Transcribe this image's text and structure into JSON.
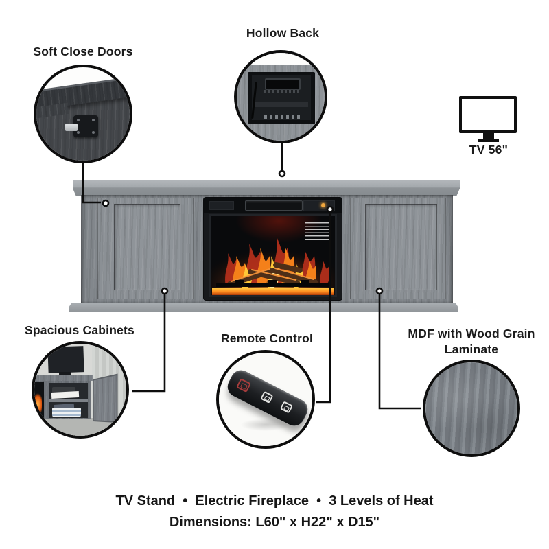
{
  "callouts": {
    "soft_close_doors": "Soft Close Doors",
    "hollow_back": "Hollow Back",
    "tv_size": "TV 56\"",
    "spacious_cabinets": "Spacious Cabinets",
    "remote_control": "Remote Control",
    "mdf_line1": "MDF with Wood Grain",
    "mdf_line2": "Laminate"
  },
  "footer": {
    "features": "TV Stand  •  Electric Fireplace  •  3 Levels of Heat",
    "dimensions": "Dimensions: L60\" x H22\" x D15\""
  },
  "icons": {
    "tv": "tv-outline-icon",
    "remote_buttons": [
      "power-flame-button",
      "heat-up-button",
      "heat-down-button"
    ]
  },
  "colors": {
    "background": "#ffffff",
    "text": "#1b1b1b",
    "callout_line": "#0d0d0d",
    "wood_gray": "#8b9095",
    "wood_dark": "#3f4246",
    "insert_black": "#17191c",
    "flame_red": "#b7301c",
    "flame_orange": "#f4801a",
    "flame_yellow": "#ffc838",
    "flame_core": "#ffeaa2",
    "indicator_amber": "#f0a73e",
    "remote_accent_red": "#b04040"
  }
}
